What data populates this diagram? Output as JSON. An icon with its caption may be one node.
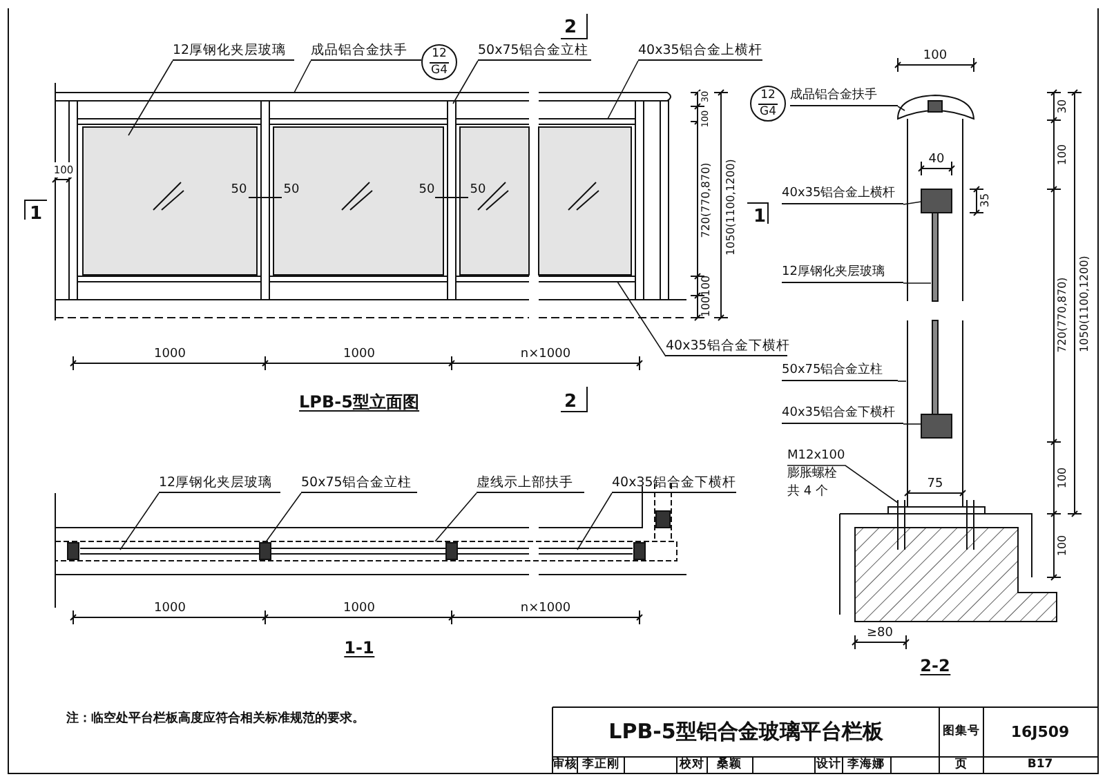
{
  "diagram": {
    "title": "LPB-5型铝合金玻璃平台栏板",
    "nodes": [
      {
        "text": [
          "12厚钢化夹层玻璃"
        ]
      },
      {
        "text": [
          "成品铝合金扶手"
        ]
      },
      {
        "text": [
          "12",
          "G4"
        ]
      },
      {
        "text": [
          "50x75铝合金立柱"
        ]
      },
      {
        "text": [
          "40x35铝合金上横杆"
        ]
      },
      {
        "text": [
          "40x35铝合金下横杆"
        ]
      },
      {
        "text": [
          "12",
          "G4"
        ]
      },
      {
        "text": [
          "成品铝合金扶手"
        ]
      },
      {
        "text": [
          "40x35铝合金上横杆"
        ]
      },
      {
        "text": [
          "12厚钢化夹层玻璃"
        ]
      },
      {
        "text": [
          "50x75铝合金立柱"
        ]
      },
      {
        "text": [
          "40x35铝合金下横杆"
        ]
      },
      {
        "text": [
          "M12x100 膨胀螺栓共 4 个"
        ]
      },
      {
        "text": [
          "12厚钢化夹层玻璃"
        ]
      },
      {
        "text": [
          "50x75铝合金立柱"
        ]
      },
      {
        "text": [
          "虚线示上部扶手"
        ]
      },
      {
        "text": [
          "40x35铝合金下横杆"
        ]
      },
      {
        "text": [],
        "shape": "box"
      },
      {
        "text": [],
        "shape": "box"
      },
      {
        "text": [],
        "shape": "box"
      }
    ],
    "edges": [
      {
        "from": 0,
        "to": null,
        "arrow": "none"
      },
      {
        "from": 1,
        "to": null,
        "arrow": "none"
      },
      {
        "from": 3,
        "to": null,
        "arrow": "none"
      },
      {
        "from": 4,
        "to": null,
        "arrow": "none"
      },
      {
        "from": 5,
        "to": null,
        "arrow": "none"
      },
      {
        "from": 7,
        "to": null,
        "arrow": "none"
      },
      {
        "from": 8,
        "to": 17,
        "arrow": "none"
      },
      {
        "from": 9,
        "to": null,
        "arrow": "none"
      },
      {
        "from": 10,
        "to": null,
        "arrow": "none"
      },
      {
        "from": 11,
        "to": 18,
        "arrow": "none"
      },
      {
        "from": 12,
        "to": null,
        "arrow": "none"
      },
      {
        "from": 13,
        "to": null,
        "arrow": "none"
      },
      {
        "from": 14,
        "to": 19,
        "arrow": "none"
      },
      {
        "from": 15,
        "to": null,
        "arrow": "none"
      },
      {
        "from": 16,
        "to": null,
        "arrow": "none"
      }
    ],
    "labels": [
      "1",
      "2",
      "100",
      "50",
      "50",
      "50",
      "50",
      "30",
      "100",
      "720(770,870)",
      "100",
      "100",
      "1050(1100,1200)",
      "1000",
      "1000",
      "n×1000",
      "LPB-5型立面图",
      "2",
      "100",
      "1",
      "40",
      "35",
      "30",
      "100",
      "720(770,870)",
      "1050(1100,1200)",
      "75",
      "100",
      "100",
      "≥80",
      "2-2",
      "1000",
      "1000",
      "n×1000",
      "1-1",
      "注：临空处平台栏板高度应符合相关标准规范的要求。",
      "图集号",
      "16J509",
      "审核",
      "李正刚",
      "校对",
      "桑颖",
      "设计",
      "李海娜",
      "页",
      "B17"
    ]
  }
}
